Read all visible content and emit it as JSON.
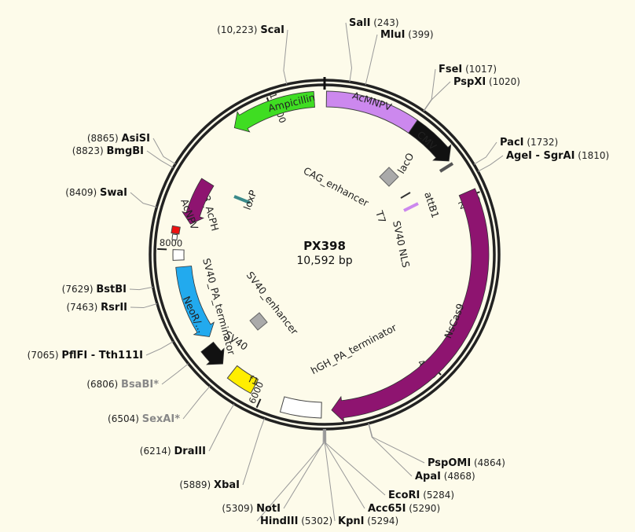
{
  "plasmid": {
    "name": "PX398",
    "size": "10,592 bp",
    "length": 10592
  },
  "ticks": [
    {
      "label": "2000"
    },
    {
      "label": "4000"
    },
    {
      "label": "6000"
    },
    {
      "label": "8000"
    },
    {
      "label": "10,000"
    }
  ],
  "features": [
    {
      "id": "amp",
      "label": "Ampicillin",
      "color": "#3fdd22",
      "text_color": "#111"
    },
    {
      "id": "acmnpv1",
      "label": "AcMNPV",
      "color": "#cc88ee",
      "text_color": "#111"
    },
    {
      "id": "cmv",
      "label": "CMV",
      "color": "#111111",
      "text_color": "#ffffff"
    },
    {
      "id": "nscas9",
      "label": "NsCas9",
      "color": "#8e1470",
      "text_color": "#ffffff"
    },
    {
      "id": "acnpv2",
      "label": "AcNPV",
      "color": "#8e1470"
    },
    {
      "id": "acph",
      "label": "3_AcPH",
      "color": "#ee1111"
    },
    {
      "id": "loxp",
      "label": "loxP",
      "color": "#3a8a8a"
    },
    {
      "id": "sv40pa",
      "label": "SV40_PA_terminator",
      "color": "#ffffff"
    },
    {
      "id": "neor",
      "label": "NeoR/...",
      "color": "#22aaee",
      "text_color": "#111"
    },
    {
      "id": "sv40enh",
      "label": "SV40_enhancer",
      "color": "#aaaaaa"
    },
    {
      "id": "sv40",
      "label": "SV40",
      "color": "#111111"
    },
    {
      "id": "f1",
      "label": "f1",
      "color": "#ffee00"
    },
    {
      "id": "hgh",
      "label": "hGH_PA_terminator",
      "color": "#ffffff"
    },
    {
      "id": "cag",
      "label": "CAG_enhancer",
      "color": "#aaaaaa"
    },
    {
      "id": "laco",
      "label": "lacO"
    },
    {
      "id": "t7",
      "label": "T7"
    },
    {
      "id": "attb1",
      "label": "attB1",
      "color": "#cc88ee"
    },
    {
      "id": "sv40nls",
      "label": "SV40 NLS"
    }
  ],
  "sites": [
    {
      "name": "ScaI",
      "pos": "(10,223)",
      "side": "left"
    },
    {
      "name": "SalI",
      "pos": "(243)",
      "side": "right"
    },
    {
      "name": "MluI",
      "pos": "(399)",
      "side": "right"
    },
    {
      "name": "FseI",
      "pos": "(1017)",
      "side": "right"
    },
    {
      "name": "PspXI",
      "pos": "(1020)",
      "side": "right"
    },
    {
      "name": "PacI",
      "pos": "(1732)",
      "side": "right"
    },
    {
      "name": "AgeI - SgrAI",
      "pos": "(1810)",
      "side": "right"
    },
    {
      "name": "AsiSI",
      "pos": "(8865)",
      "side": "left"
    },
    {
      "name": "BmgBI",
      "pos": "(8823)",
      "side": "left"
    },
    {
      "name": "SwaI",
      "pos": "(8409)",
      "side": "left"
    },
    {
      "name": "BstBI",
      "pos": "(7629)",
      "side": "left"
    },
    {
      "name": "RsrII",
      "pos": "(7463)",
      "side": "left"
    },
    {
      "name": "PflFI - Tth111I",
      "pos": "(7065)",
      "side": "left"
    },
    {
      "name": "BsaBI*",
      "pos": "(6806)",
      "side": "left",
      "grey": true
    },
    {
      "name": "SexAI*",
      "pos": "(6504)",
      "side": "left",
      "grey": true
    },
    {
      "name": "DraIII",
      "pos": "(6214)",
      "side": "left"
    },
    {
      "name": "XbaI",
      "pos": "(5889)",
      "side": "left"
    },
    {
      "name": "NotI",
      "pos": "(5309)",
      "side": "left"
    },
    {
      "name": "HindIII",
      "pos": "(5302)",
      "side": "right"
    },
    {
      "name": "KpnI",
      "pos": "(5294)",
      "side": "right"
    },
    {
      "name": "Acc65I",
      "pos": "(5290)",
      "side": "right"
    },
    {
      "name": "EcoRI",
      "pos": "(5284)",
      "side": "right"
    },
    {
      "name": "ApaI",
      "pos": "(4868)",
      "side": "right"
    },
    {
      "name": "PspOMI",
      "pos": "(4864)",
      "side": "right"
    }
  ]
}
